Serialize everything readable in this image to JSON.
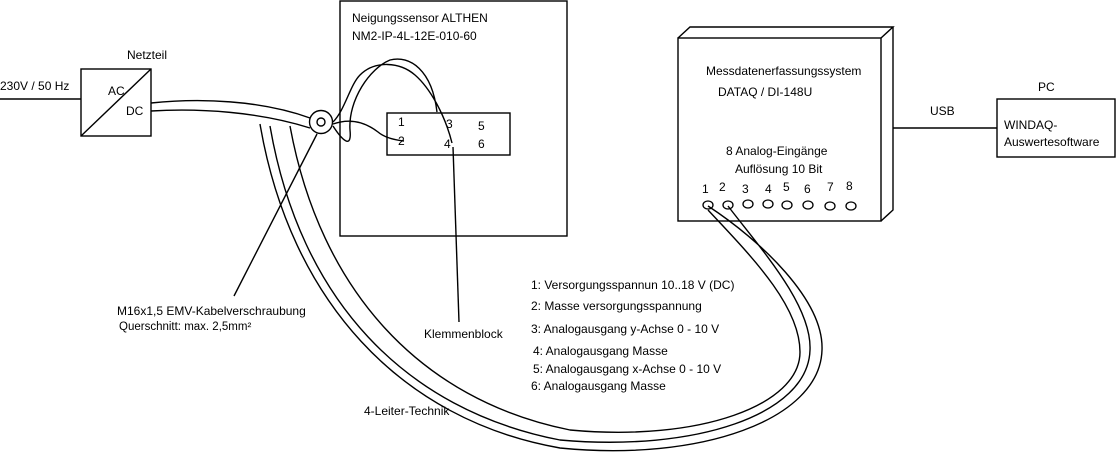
{
  "power_supply": {
    "title": "Netzteil",
    "input": "230V / 50 Hz",
    "ac": "AC",
    "dc": "DC"
  },
  "sensor": {
    "title_line1": "Neigungssensor  ALTHEN",
    "title_line2": "NM2-IP-4L-12E-010-60",
    "terminals": [
      "1",
      "2",
      "3",
      "4",
      "5",
      "6"
    ]
  },
  "gland": {
    "line1": "M16x1,5  EMV-Kabelverschraubung",
    "line2": "Querschnitt: max. 2,5mm²"
  },
  "terminal_block_label": "Klemmenblock",
  "cable_label": "4-Leiter-Technik",
  "daq": {
    "title_line1": "Messdatenerfassungssystem",
    "title_line2": "DATAQ / DI-148U",
    "inputs_line1": "8 Analog-Eingänge",
    "inputs_line2": "Auflösung 10 Bit",
    "channels": [
      "1",
      "2",
      "3",
      "4",
      "5",
      "6",
      "7",
      "8"
    ]
  },
  "usb_label": "USB",
  "pc": {
    "title": "PC",
    "software_line1": "WINDAQ-",
    "software_line2": "Auswertesoftware"
  },
  "pin_legend": [
    "1: Versorgungsspannun 10..18 V (DC)",
    "2: Masse versorgungsspannung",
    "3: Analogausgang y-Achse  0 - 10 V",
    "4: Analogausgang Masse",
    "5: Analogausgang x-Achse    0 - 10 V",
    "6: Analogausgang Masse"
  ]
}
